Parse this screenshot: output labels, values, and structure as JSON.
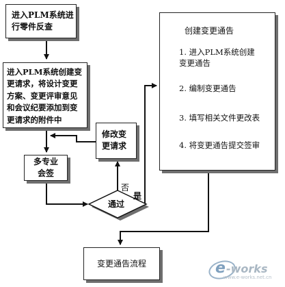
{
  "diagram": {
    "step1": "进入PLM系统进\n行零件反查",
    "step2": "进入PLM系统创建变\n更请求，将设计变更\n方案、变更评审意见\n和会议纪要添加到变\n更请求的附件中",
    "modify": "修改变\n更请求",
    "sign": "多专业\n会签",
    "decision": "通过",
    "no_label": "否",
    "yes_label": "是",
    "panel": {
      "title": "创建变更通告",
      "items": [
        "1. 进入PLM系统创建\n变更通告",
        "2. 编制变更通告",
        "3. 填写相关文件更改表",
        "4. 将变更通告提交签审"
      ]
    },
    "final": "变更通告流程"
  },
  "watermark": {
    "brand_e": "e",
    "brand_rest": "-works",
    "domain": "www.e-works.net.cn"
  }
}
